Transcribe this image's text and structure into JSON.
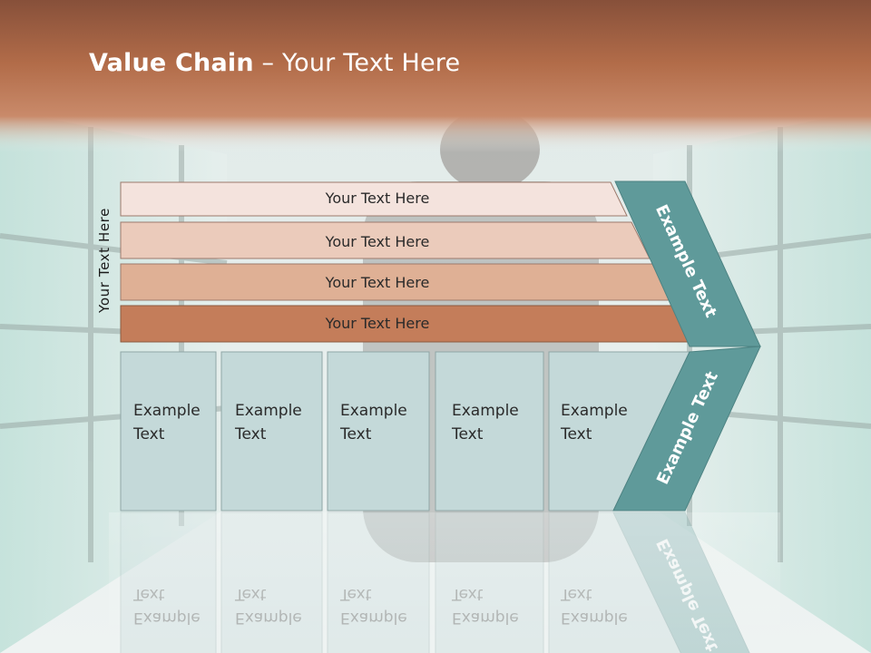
{
  "title": {
    "bold": "Value Chain",
    "rest": " – Your Text Here"
  },
  "side_label": "Your Text Here",
  "bars": [
    {
      "text": "Your Text Here",
      "fill": "#f4e3dd"
    },
    {
      "text": "Your Text Here",
      "fill": "#ebcbbb"
    },
    {
      "text": "Your Text Here",
      "fill": "#dfb095"
    },
    {
      "text": "Your Text Here",
      "fill": "#c47d5a"
    }
  ],
  "columns": [
    {
      "line1": "Example",
      "line2": "Text"
    },
    {
      "line1": "Example",
      "line2": "Text"
    },
    {
      "line1": "Example",
      "line2": "Text"
    },
    {
      "line1": "Example",
      "line2": "Text"
    },
    {
      "line1": "Example",
      "line2": "Text"
    }
  ],
  "arrow_labels": {
    "upper": "Example Text",
    "lower": "Example Text"
  },
  "colors": {
    "header": "#a9603e",
    "column_fill": "#c4d9d9",
    "arrow_fill": "#5f9a9a",
    "text": "#2a2a2a"
  }
}
